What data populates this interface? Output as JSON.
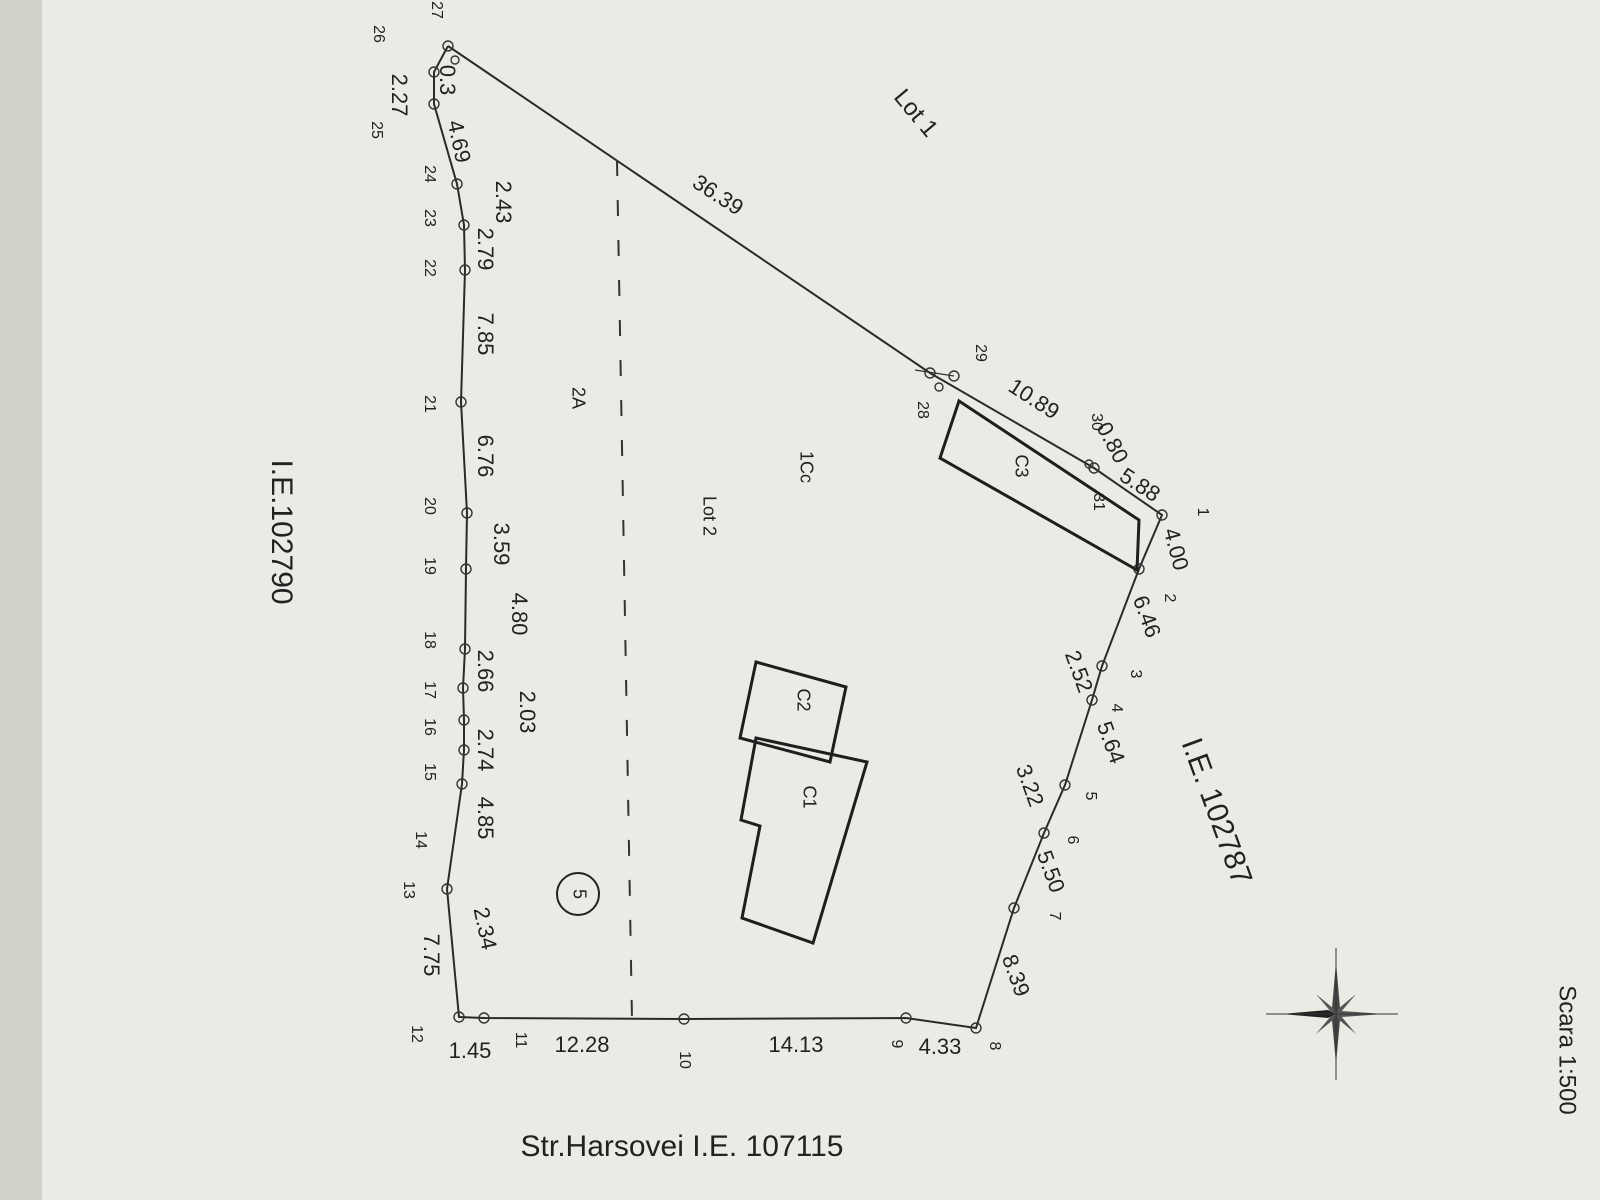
{
  "map": {
    "lot1_label": "Lot 1",
    "lot2_label": "Lot 2",
    "zone_1cc": "1Cc",
    "zone_2a": "2A",
    "street_label": "Str.Harsovei I.E. 107115",
    "neighbor_left": "I.E.102790",
    "neighbor_right": "I.E. 102787",
    "scale_label": "Scara 1:500",
    "parcel_number": "5",
    "buildings": [
      "C1",
      "C2",
      "C3"
    ],
    "segment_lengths": {
      "diag_long": "36.39",
      "s28_30": "10.89",
      "s30_31": "0.80",
      "s31_1": "5.88",
      "s1_2": "4.00",
      "s2_3": "6.46",
      "s3_4": "2.52",
      "s4_5": "5.64",
      "s5_6": "3.22",
      "s6_7": "5.50",
      "s7_8": "8.39",
      "s8_9": "4.33",
      "s9_10": "14.13",
      "s10_11": "12.28",
      "s11_12": "1.45",
      "s12_13": "7.75",
      "s13_14": "2.34",
      "s14_15": "4.85",
      "s15_16": "2.74",
      "s16_17": "2.03",
      "s17_18": "2.66",
      "s18_19": "4.80",
      "s19_20": "3.59",
      "s20_21": "6.76",
      "s21_22": "7.85",
      "s22_23": "2.79",
      "s23_24": "2.43",
      "s24_25": "4.69",
      "s25_26": "2.27",
      "s26_27": "0.3"
    },
    "point_numbers": [
      "1",
      "2",
      "3",
      "4",
      "5",
      "6",
      "7",
      "8",
      "9",
      "10",
      "11",
      "12",
      "13",
      "14",
      "15",
      "16",
      "17",
      "18",
      "19",
      "20",
      "21",
      "22",
      "23",
      "24",
      "25",
      "26",
      "27",
      "28",
      "29",
      "30",
      "31"
    ]
  }
}
